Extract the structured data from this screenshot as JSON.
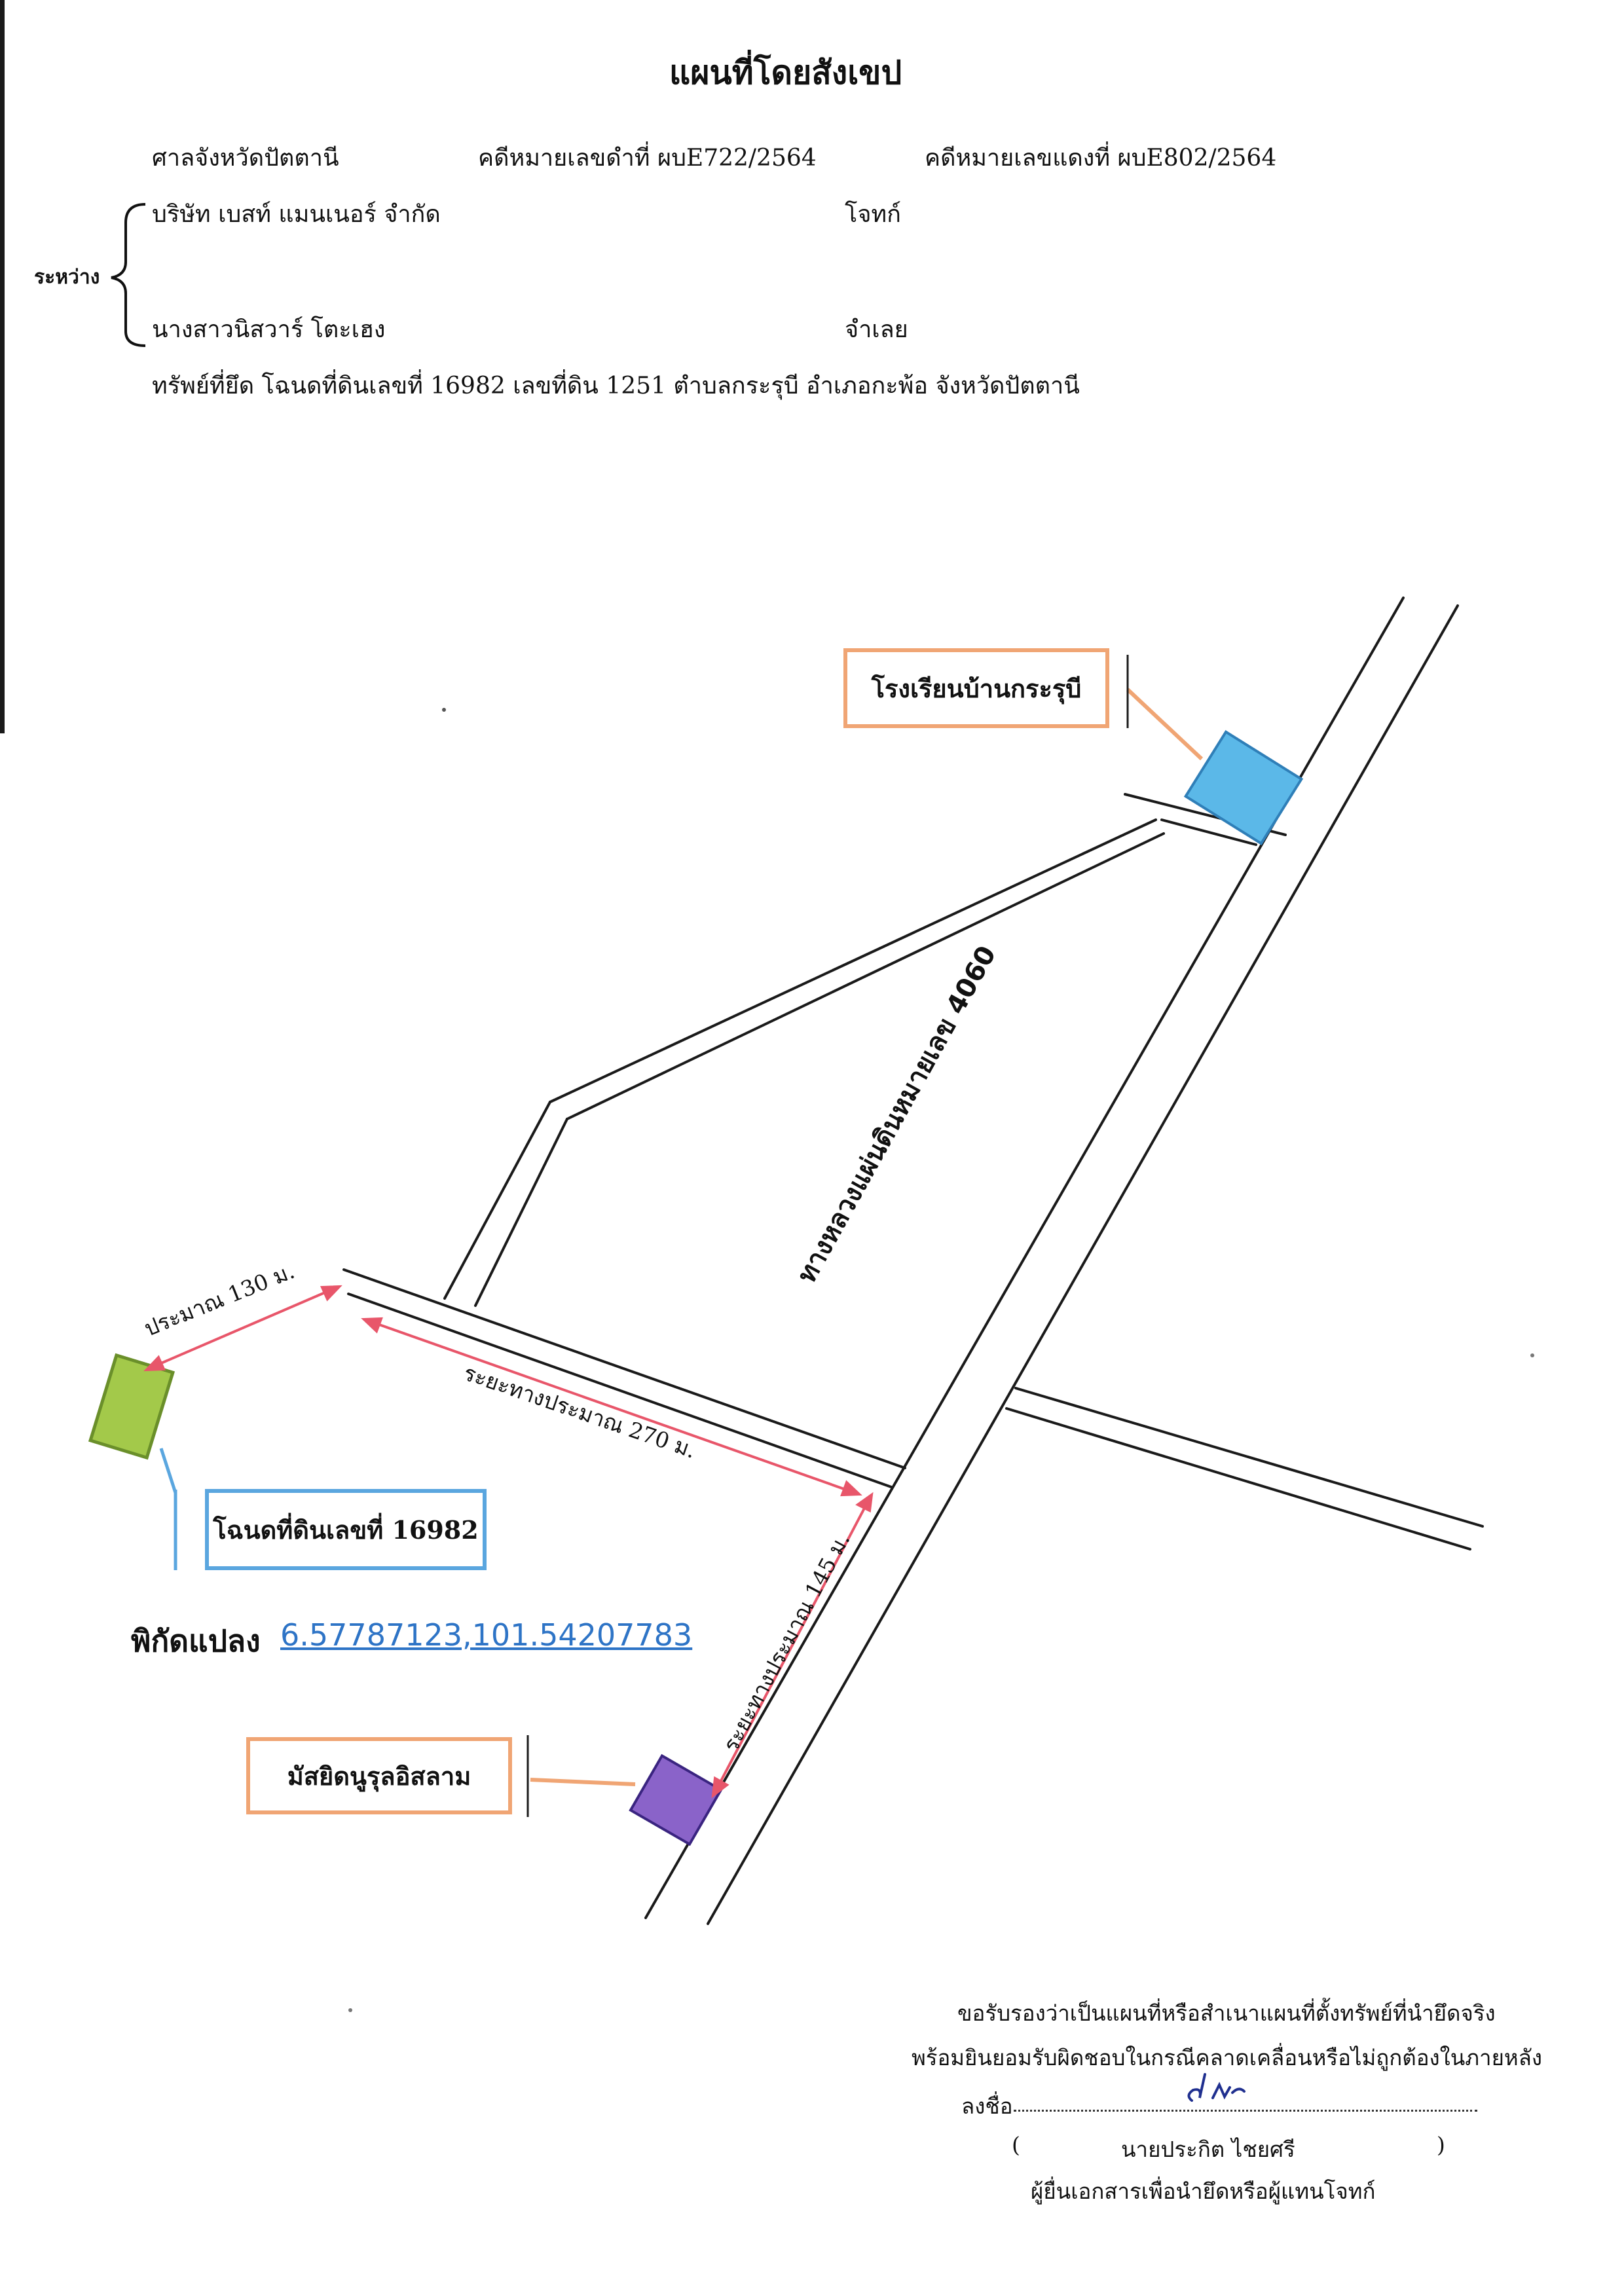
{
  "document": {
    "title": "แผนที่โดยสังเขป",
    "court": "ศาลจังหวัดปัตตานี",
    "black_case": "คดีหมายเลขดำที่ ผบE722/2564",
    "red_case": "คดีหมายเลขแดงที่ ผบE802/2564",
    "between_label": "ระหว่าง",
    "plaintiff_name": "บริษัท เบสท์ แมนเนอร์ จำกัด",
    "plaintiff_role": "โจทก์",
    "defendant_name": "นางสาวนิสวาร์ โตะเฮง",
    "defendant_role": "จำเลย",
    "property": "ทรัพย์ที่ยึด   โฉนดที่ดินเลขที่ 16982 เลขที่ดิน 1251 ตำบลกระรุบี อำเภอกะพ้อ จังหวัดปัตตานี"
  },
  "map": {
    "school_label": "โรงเรียนบ้านกระรุบี",
    "deed_label": "โฉนดที่ดินเลขที่ 16982",
    "mosque_label": "มัสยิดนูรุลอิสลาม",
    "highway_label": "ทางหลวงแผ่นดินหมายเลข 4060",
    "distance_130": "ประมาณ 130 ม.",
    "distance_270": "ระยะทางประมาณ 270 ม.",
    "distance_145": "ระยะทางประมาณ 145 ม.",
    "coord_label": "พิกัดแปลง",
    "coord_value": "6.57787123,101.54207783",
    "colors": {
      "callout_orange": "#f0a574",
      "callout_blue": "#5aa6df",
      "school": "#5bb8e8",
      "deed": "#a3c94a",
      "mosque": "#8a63c9",
      "arrow": "#e8566a",
      "link": "#2e74c6"
    }
  },
  "certification": {
    "line1": "ขอรับรองว่าเป็นแผนที่หรือสำเนาแผนที่ตั้งทรัพย์ที่นำยึดจริง",
    "line2": "พร้อมยินยอมรับผิดชอบในกรณีคลาดเคลื่อนหรือไม่ถูกต้องในภายหลัง",
    "sign_label": "ลงชื่อ",
    "open_paren": "(",
    "signer_name": "นายประกิต  ไชยศรี",
    "close_paren": ")",
    "signer_role": "ผู้ยื่นเอกสารเพื่อนำยึดหรือผู้แทนโจทก์"
  }
}
